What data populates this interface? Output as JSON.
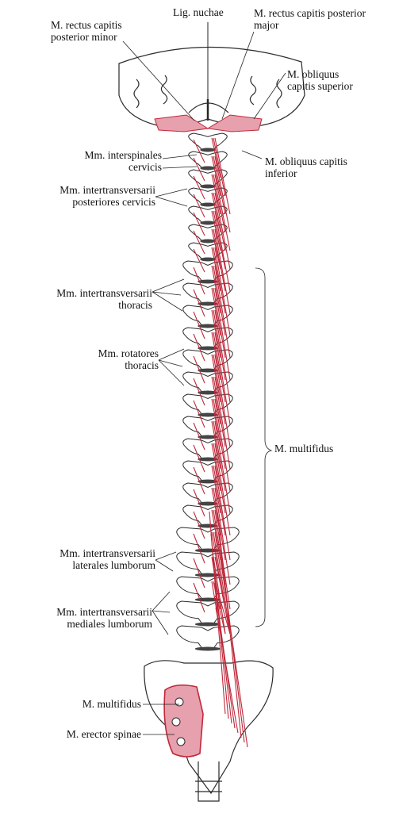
{
  "labels": {
    "lig_nuchae": "Lig. nuchae",
    "rcp_minor_1": "M. rectus capitis",
    "rcp_minor_2": "posterior minor",
    "rcp_major_1": "M. rectus capitis posterior",
    "rcp_major_2": "major",
    "obl_sup_1": "M. obliquus",
    "obl_sup_2": "capitis superior",
    "obl_inf_1": "M. obliquus capitis",
    "obl_inf_2": "inferior",
    "interspinales_1": "Mm. interspinales",
    "interspinales_2": "cervicis",
    "itp_cerv_1": "Mm. intertransversarii",
    "itp_cerv_2": "posteriores cervicis",
    "it_thor_1": "Mm. intertransversarii",
    "it_thor_2": "thoracis",
    "rot_thor_1": "Mm. rotatores",
    "rot_thor_2": "thoracis",
    "multifidus_brace": "M. multifidus",
    "it_lat_lumb_1": "Mm. intertransversarii",
    "it_lat_lumb_2": "laterales lumborum",
    "it_med_lumb_1": "Mm. intertransversarii",
    "it_med_lumb_2": "mediales lumborum",
    "multifidus_sacrum": "M. multifidus",
    "erector_spinae": "M. erector spinae"
  },
  "colors": {
    "muscle": "#c0283a",
    "muscle_fill": "#e7a0ad",
    "bone_outline": "#2a2a2a",
    "bone_fill": "#ffffff"
  }
}
